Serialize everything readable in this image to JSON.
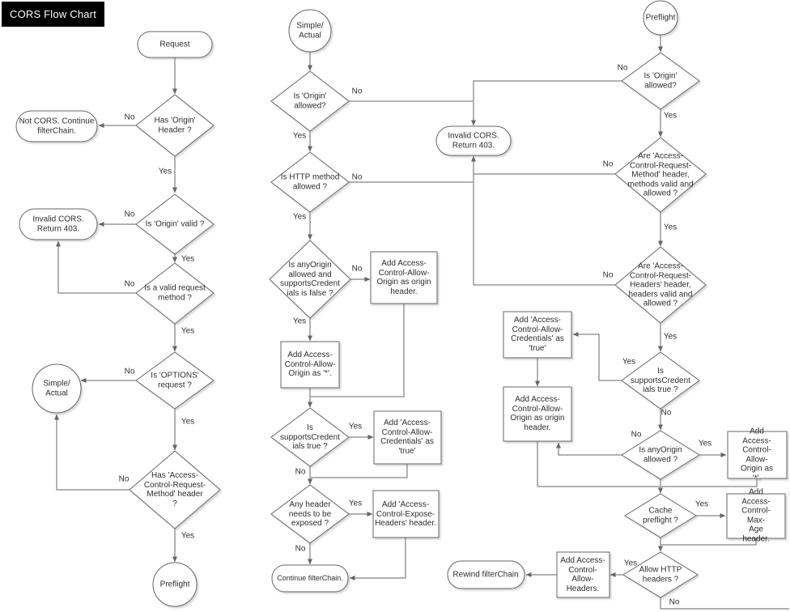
{
  "title": "CORS Flow Chart",
  "labels": {
    "yes": "Yes",
    "no": "No"
  },
  "nodes": {
    "left": {
      "request": "Request",
      "has_origin_header": "Has 'Origin'\nHeader ?",
      "not_cors": "Not CORS. Continue\nfilterChain.",
      "is_origin_valid": "Is 'Origin' valid ?",
      "invalid_cors": "Invalid CORS.\nReturn 403.",
      "is_valid_method": "Is a valid request\nmethod ?",
      "is_options": "Is 'OPTIONS'\nrequest ?",
      "simple_actual": "Simple/\nActual",
      "has_acrm_header": "Has 'Access-\nControl-Request-\nMethod' header\n?",
      "preflight": "Preflight"
    },
    "middle": {
      "simple_actual": "Simple/\nActual",
      "is_origin_allowed": "Is 'Origin'\nallowed?",
      "is_method_allowed": "Is HTTP method\nallowed ?",
      "anyorigin_no_credentials": "Is anyOrigin\nallowed and\nsupportsCredent\nials is false ?",
      "add_origin_header": "Add Access-\nControl-Allow-\nOrigin as origin\nheader.",
      "add_origin_star": "Add Access-\nControl-Allow-\nOrigin as '*'.",
      "is_supports_credentials": "Is\nsupportsCredent\nials true ?",
      "add_credentials": "Add 'Access-\nControl-Allow-\nCredentials' as\n'true'",
      "any_header_exposed": "Any header\nneeds to be\nexposed ?",
      "add_expose_headers": "Add 'Access-\nControl-Expose-\nHeaders' header.",
      "continue_chain": "Continue filterChain.",
      "invalid_cors": "Invalid CORS.\nReturn 403."
    },
    "right": {
      "preflight": "Preflight",
      "is_origin_allowed": "Is 'Origin'\nallowed?",
      "acrm_valid": "Are 'Access-\nControl-Request-\nMethod' header,\nmethods valid and\nallowed ?",
      "acrh_valid": "Are 'Access-\nControl-Request-\nHeaders' header,\nheaders valid and\nallowed ?",
      "is_supports_credentials": "Is\nsupportsCredent\nials true ?",
      "add_credentials": "Add 'Access-\nControl-Allow-\nCredentials' as\n'true'",
      "add_origin_header": "Add Access-\nControl-Allow-\nOrigin as origin\nheader.",
      "is_anyorigin_allowed": "Is anyOrigin\nallowed ?",
      "add_origin_star": "Add Access-\nControl-Allow-\nOrigin as '*'.",
      "cache_preflight": "Cache\npreflight ?",
      "add_max_age": "Add Access-\nControl-Max-\nAge header.",
      "allow_http_headers": "Allow HTTP\nheaders ?",
      "add_allow_headers": "Add Access-\nControl-\nAllow-\nHeaders.",
      "rewind_chain": "Rewind filterChain"
    }
  }
}
